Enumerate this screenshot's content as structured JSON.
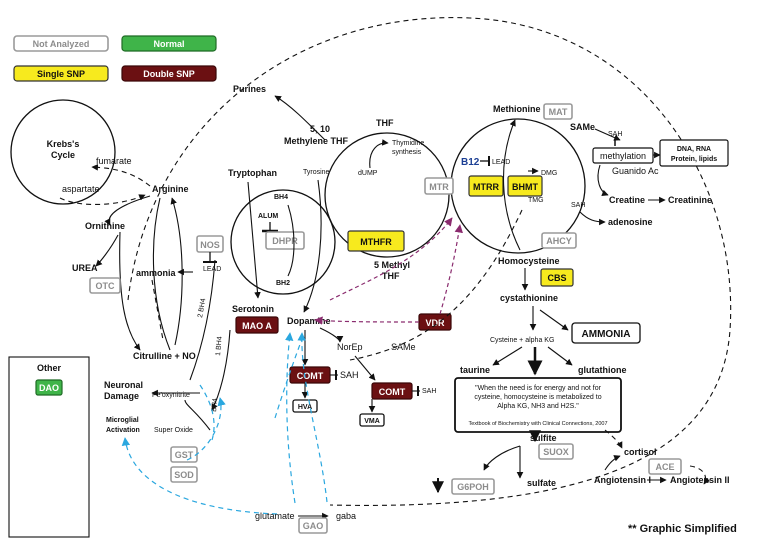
{
  "legend": {
    "not_analyzed": "Not Analyzed",
    "normal": "Normal",
    "single_snp": "Single SNP",
    "double_snp": "Double SNP"
  },
  "other_panel": {
    "title": "Other",
    "dao": "DAO"
  },
  "colors": {
    "not_analyzed": "#9a9a9a",
    "normal": "#3fb449",
    "single_snp": "#f7ea1e",
    "double_snp": "#6b1012",
    "blue_link": "#2aa7df",
    "purple_link": "#8a2b6e"
  },
  "nodes": {
    "krebs": "Krebs's",
    "cycle": "Cycle",
    "fumarate": "fumarate",
    "aspartate": "aspartate",
    "arginine": "Arginine",
    "ornithine": "Ornithine",
    "urea": "UREA",
    "ammonia_small": "ammonia",
    "lead1": "LEAD",
    "citrulline": "Citrulline + NO",
    "two_bh4": "2 BH4",
    "one_bh4": "1 BH4",
    "neuronal1": "Neuronal",
    "neuronal2": "Damage",
    "peroxynitrite": "Pe'oxynitrite",
    "superoxide": "Super Oxide",
    "microglial1": "Microglial",
    "microglial2": "Activation",
    "purines": "Purines",
    "tryptophan": "Tryptophan",
    "tyrosine": "Tyrosine",
    "bh4": "BH4",
    "alum": "ALUM",
    "bh2": "BH2",
    "serotonin": "Serotonin",
    "dopamine": "Dopamine",
    "norep": "NorEp",
    "same2": "SAMe",
    "sah1": "SAH",
    "sah2": "SAH",
    "hva": "HVA",
    "vma": "VMA",
    "thf": "THF",
    "methylene1": "5, 10",
    "methylene2": "Methylene THF",
    "thymidine1": "Thymidine",
    "thymidine2": "synthesis",
    "dump": "dUMP",
    "methylthf1": "5 Methyl",
    "methylthf2": "THF",
    "methionine": "Methionine",
    "same": "SAMe",
    "sah_top": "SAH",
    "methylation": "methylation",
    "dna1": "DNA, RNA",
    "dna2": "Protein, lipids",
    "guanido": "Guanido Ac",
    "creatine": "Creatine",
    "creatinine": "Creatinine",
    "sah_mid": "SAH",
    "adenosine": "adenosine",
    "dmg": "DMG",
    "tmg": "TMG",
    "b12": "B12",
    "lead2": "LEAD",
    "homocysteine": "Homocysteine",
    "cystathionine": "cystathionine",
    "cysteine": "Cysteine + alpha KG",
    "ammonia_big": "AMMONIA",
    "taurine": "taurine",
    "glutathione": "glutathione",
    "sulfite": "sulfite",
    "sulfate": "sulfate",
    "cortisol": "cortisol",
    "angiotensin1": "Angiotensin I",
    "angiotensin2": "Angiotensin II",
    "glutamate": "glutamate",
    "gaba": "gaba",
    "graphic_note": "** Graphic Simplified"
  },
  "enzymes": {
    "nos": "NOS",
    "otc": "OTC",
    "dhpr": "DHPR",
    "mao_a": "MAO A",
    "comt1": "COMT",
    "comt2": "COMT",
    "vdr": "VDR",
    "mthfr": "MTHFR",
    "mtr": "MTR",
    "mtrr": "MTRR",
    "bhmt": "BHMT",
    "mat": "MAT",
    "ahcy": "AHCY",
    "cbs": "CBS",
    "suox": "SUOX",
    "ace": "ACE",
    "gst": "GST",
    "sod": "SOD",
    "gao": "GAO",
    "g6poh": "G6POH"
  },
  "quote": {
    "line1": "\"When the need is for energy and not for",
    "line2": "cysteine, homocysteine is metabolized to",
    "line3": "Alpha KG, NH3 and H2S.\"",
    "source": "Textbook of Biochemistry with Clinical Connections, 2007"
  }
}
